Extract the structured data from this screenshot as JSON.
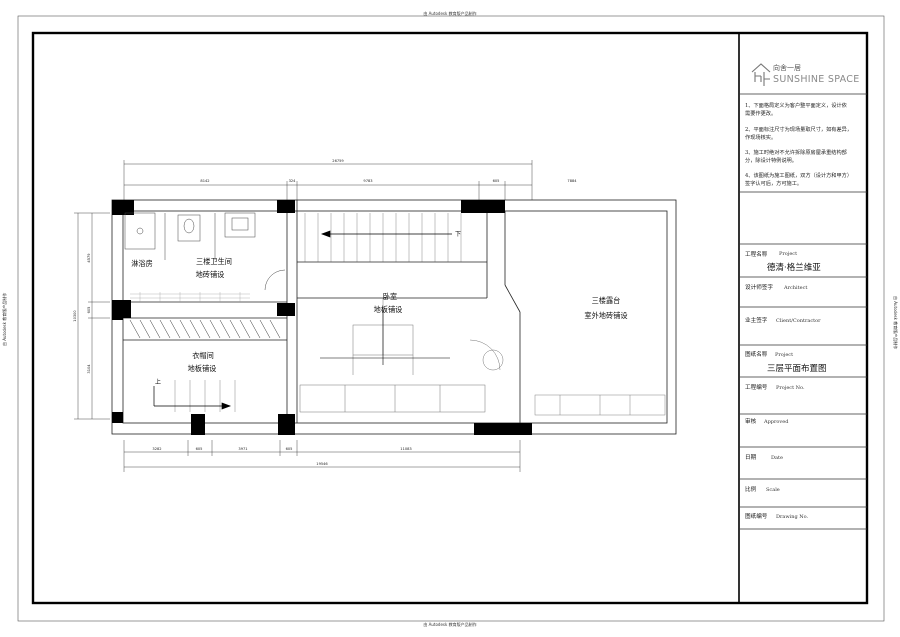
{
  "stamps": {
    "top": "由 Autodesk 教育版产品制作",
    "bottom": "由 Autodesk 教育版产品制作",
    "left": "由 Autodesk 教育版产品制作",
    "right": "由 Autodesk 教育版产品制作"
  },
  "logo": {
    "cn": "向舍一居",
    "en": "SUNSHINE SPACE"
  },
  "notes": [
    [
      "1、下面格局定义为客户整平面定义，设计依",
      "需要作更改。"
    ],
    [
      "2、平面标注尺寸为现场量取尺寸，如有差异，",
      "作现场核实。"
    ],
    [
      "3、施工时绝对不允许拆除原房屋承重结构部",
      "分，除设计特例说明。"
    ],
    [
      "4、该图纸为施工图纸，双方（设计方和甲方）",
      "签字认可后，方可施工。"
    ]
  ],
  "title_block": {
    "project": {
      "label": "工程名称",
      "hint": "Project",
      "value": "德清·格兰维亚"
    },
    "architect": {
      "label": "设计师签字",
      "hint": "Architect"
    },
    "client": {
      "label": "业主签字",
      "hint": "Client/Contractor"
    },
    "drawing_title": {
      "label": "图纸名称",
      "hint": "Project",
      "value": "三层平面布置图"
    },
    "project_no": {
      "label": "工程编号",
      "hint": "Project No."
    },
    "approved": {
      "label": "审核",
      "hint": "Approved"
    },
    "date": {
      "label": "日期",
      "hint": "Date"
    },
    "scale": {
      "label": "比例",
      "hint": "Scale"
    },
    "drawing_no": {
      "label": "图纸编号",
      "hint": "Drawing No."
    }
  },
  "rooms": {
    "shower": "淋浴房",
    "bathroom_name": "三楼卫生间",
    "bathroom_floor": "地砖铺设",
    "closet_name": "衣帽间",
    "closet_floor": "地板铺设",
    "bedroom_name": "卧室",
    "bedroom_floor": "地板铺设",
    "terrace_name": "三楼露台",
    "terrace_floor": "室外地砖铺设",
    "stair_down": "下",
    "stair_up": "上"
  },
  "dimensions": {
    "top_total": "26759",
    "top_segments": [
      "8142",
      "324",
      "9783",
      "605",
      "7884"
    ],
    "bottom_total": "19546",
    "bottom_segments": [
      "3282",
      "605",
      "3971",
      "605",
      "11083"
    ],
    "left_total": "10300",
    "left_segments": [
      "4579",
      "605",
      "3104"
    ]
  }
}
